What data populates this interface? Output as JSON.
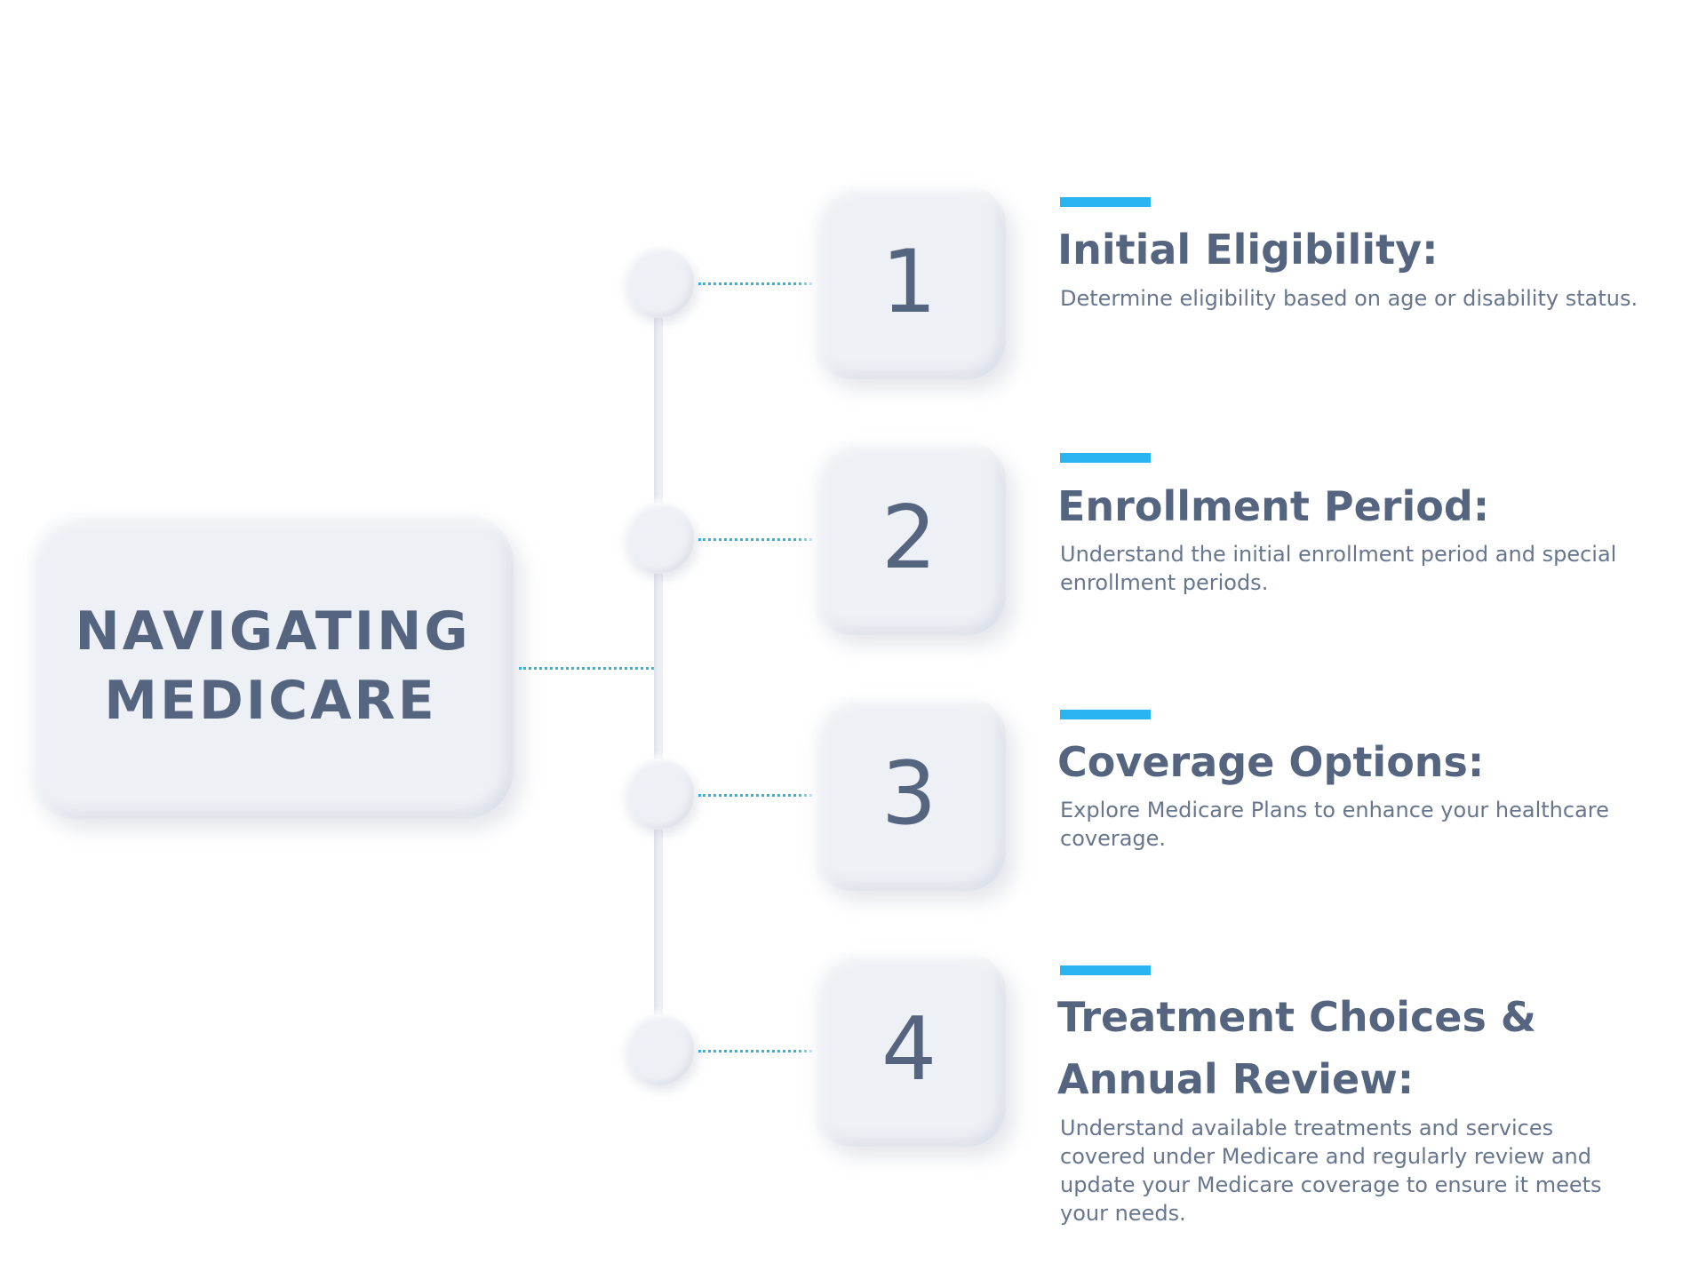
{
  "diagram": {
    "title": "NAVIGATING MEDICARE",
    "accent_color": "#2ab4f2",
    "text_color": "#556580",
    "steps": [
      {
        "number": "1",
        "title": "Initial Eligibility:",
        "description": "Determine eligibility based on age or disability status."
      },
      {
        "number": "2",
        "title": "Enrollment Period:",
        "description": "Understand the initial enrollment period and special enrollment periods."
      },
      {
        "number": "3",
        "title": "Coverage Options:",
        "description": "Explore Medicare Plans to enhance your healthcare coverage."
      },
      {
        "number": "4",
        "title": "Treatment Choices & Annual Review:",
        "description": "Understand available treatments and services covered under Medicare and regularly review and update your Medicare coverage to ensure it meets your needs."
      }
    ]
  }
}
